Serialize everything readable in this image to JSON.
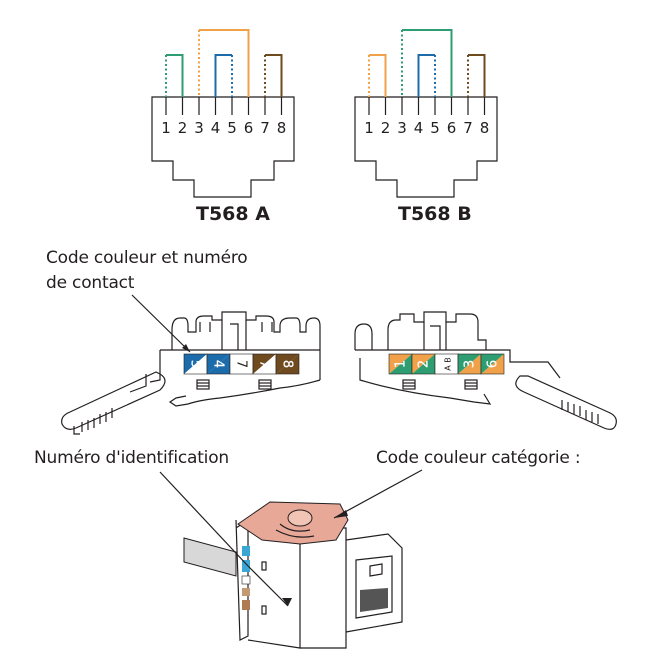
{
  "standards": [
    {
      "title": "T568 A",
      "pins": [
        "1",
        "2",
        "3",
        "4",
        "5",
        "6",
        "7",
        "8"
      ],
      "pairs": [
        {
          "pins": [
            1,
            2
          ],
          "color": "#2e9e72",
          "dotted_pin": 1
        },
        {
          "pins": [
            3,
            6
          ],
          "color": "#f0a14a",
          "dotted_pin": 3
        },
        {
          "pins": [
            4,
            5
          ],
          "color": "#1c6bab",
          "dotted_pin": 5
        },
        {
          "pins": [
            7,
            8
          ],
          "color": "#6e4a1e",
          "dotted_pin": 7
        }
      ]
    },
    {
      "title": "T568 B",
      "pins": [
        "1",
        "2",
        "3",
        "4",
        "5",
        "6",
        "7",
        "8"
      ],
      "pairs": [
        {
          "pins": [
            1,
            2
          ],
          "color": "#f0a14a",
          "dotted_pin": 1
        },
        {
          "pins": [
            3,
            6
          ],
          "color": "#2e9e72",
          "dotted_pin": 3
        },
        {
          "pins": [
            4,
            5
          ],
          "color": "#1c6bab",
          "dotted_pin": 5
        },
        {
          "pins": [
            7,
            8
          ],
          "color": "#6e4a1e",
          "dotted_pin": 7
        }
      ]
    }
  ],
  "labels": {
    "contact_code_line1": "Code couleur et numéro",
    "contact_code_line2": "de contact",
    "identification_number": "Numéro d'identification",
    "category_color_code": "Code couleur catégorie :"
  },
  "left_connector_codes": [
    {
      "num": "5",
      "colors": [
        "#1c6bab",
        "#ffffff"
      ]
    },
    {
      "num": "4",
      "colors": [
        "#1c6bab",
        "#1c6bab"
      ]
    },
    {
      "num": "7",
      "colors": [
        "#ffffff",
        "#ffffff"
      ]
    },
    {
      "num": "7",
      "colors": [
        "#6e4a1e",
        "#ffffff"
      ]
    },
    {
      "num": "8",
      "colors": [
        "#6e4a1e",
        "#6e4a1e"
      ]
    }
  ],
  "right_connector_codes": [
    {
      "num": "1",
      "colors": [
        "#f0a14a",
        "#2e9e72"
      ]
    },
    {
      "num": "2",
      "colors": [
        "#f0a14a",
        "#2e9e72"
      ]
    },
    {
      "num": "A B",
      "colors": [
        "#ffffff",
        "#ffffff"
      ]
    },
    {
      "num": "3",
      "colors": [
        "#2e9e72",
        "#f0a14a"
      ]
    },
    {
      "num": "6",
      "colors": [
        "#2e9e72",
        "#f0a14a"
      ]
    }
  ],
  "colors": {
    "green": "#2e9e72",
    "orange": "#f0a14a",
    "blue": "#1c6bab",
    "brown": "#6e4a1e",
    "category_pink": "#e8a898",
    "light_blue": "#3aa6d4",
    "line": "#231f20"
  }
}
